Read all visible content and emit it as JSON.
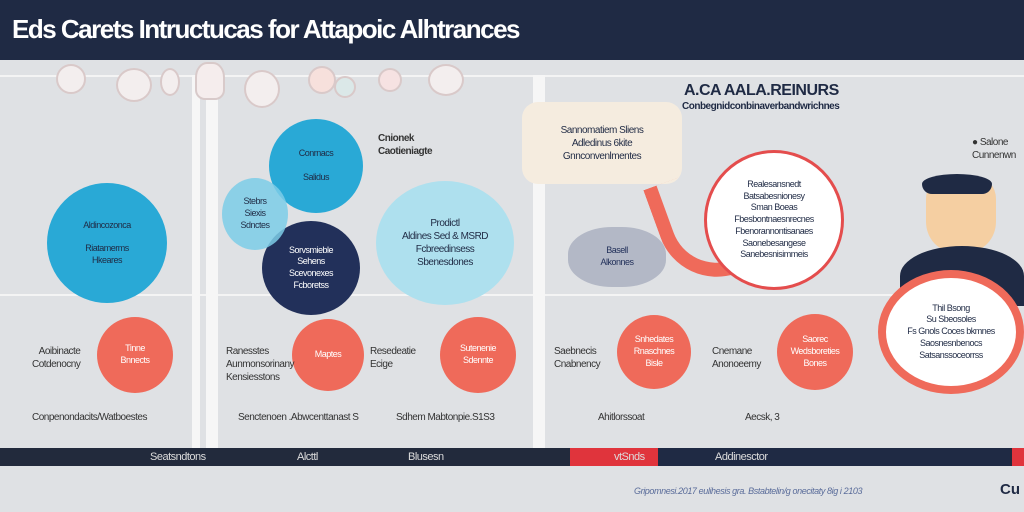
{
  "header": {
    "title": "Eds Carets Intructucas for Attapoic Alhtrances"
  },
  "top_right": {
    "heading": "A.CA AALA.REINURS",
    "subheading": "Conbegnidconbinaverbandwrichnes"
  },
  "side_labels": {
    "c1": [
      "Cnionek",
      "Caotieniagte"
    ],
    "right_top": [
      "Salone",
      "Cunnenwn"
    ]
  },
  "circles": {
    "blue_large": [
      "Aldincozonca",
      "Riatamerms",
      "Hkeares"
    ],
    "blue_mid": [
      "Conrnacs",
      "Salidus"
    ],
    "lightblue_small": [
      "Stebrs",
      "Siexis",
      "Sdnctes"
    ],
    "navy": [
      "Sorvsmieble",
      "Sehens",
      "Scevonexes",
      "Fcboretss"
    ],
    "lightblue_large": [
      "Prodictl",
      "Aldines Sed & MSRD",
      "Fcbreedinsess",
      "Sbenesdones"
    ],
    "grey_blob": [
      "Basell",
      "Alkonnes"
    ],
    "bubble": [
      "Sannomatiem Sliens",
      "Adledinus 6kite",
      "Gnnconvenlmentes"
    ],
    "ring": [
      "Realesansnedt",
      "Batsabesnionesy",
      "Sman Boeas",
      "Fbesbontnaesnrecnes",
      "Fbenorannontisanaes",
      "Saonebesangese",
      "Sanebesnisimmeis"
    ],
    "person_ring": [
      "Thil Bsong",
      "Su Sbeosoles",
      "Fs Gnols Coces bkmnes",
      "Saosnesnbenocs",
      "Satsanssoceorrss"
    ]
  },
  "red_circles": [
    {
      "text": [
        "Tinne",
        "Bnnects"
      ],
      "label": [
        "Aoibinacte",
        "Cotdenocny"
      ]
    },
    {
      "text": [
        "Maptes"
      ],
      "label": [
        "Ranesstes",
        "Aunmonsorinany",
        "Kensiesstons"
      ]
    },
    {
      "text": [
        "Sutenenie",
        "Sdennte"
      ],
      "label": [
        "Resedeatie",
        "Ecige"
      ]
    },
    {
      "text": [
        "Snhedates",
        "Rnaschnes",
        "Bisle"
      ],
      "label": [
        "Saebnecis",
        "Cnabnency"
      ]
    },
    {
      "text": [
        "Saorec",
        "Wedsboreties",
        "Bones"
      ],
      "label": [
        "Cnemane",
        "Anonoeemy"
      ]
    }
  ],
  "row_labels": [
    "Conpenondacits/Watboestes",
    "Senctenoen .Abwcenttanast S",
    "Sdhem Mabtonpie.S1S3",
    "Ahitlorssoat",
    "Aecsk, 3"
  ],
  "bottom_bar": [
    "Seatsndtons",
    "Alcttl",
    "Blusesn",
    "vtSnds",
    "Addinesctor"
  ],
  "footer": {
    "text": "Gripomnesi.2017 eulihesis gra. Bstabtelin/g onecitaty 8ig i 2103",
    "logo": "Cu"
  },
  "colors": {
    "navy": "#1f2a44",
    "blue": "#29a9d6",
    "red": "#ef6a5a",
    "accent_red": "#e0343c"
  }
}
